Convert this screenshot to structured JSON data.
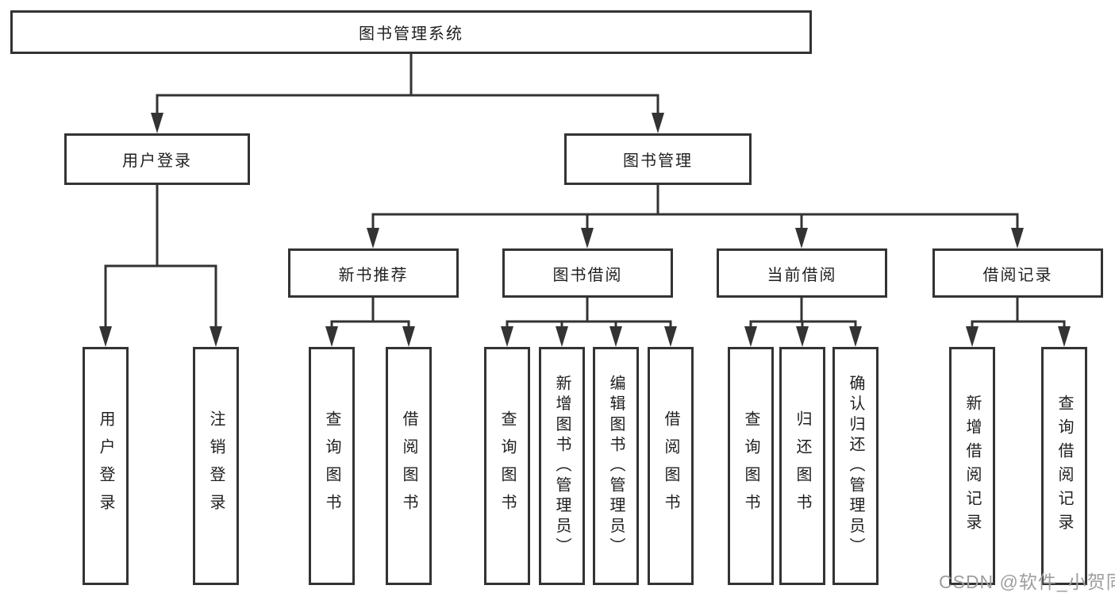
{
  "colors": {
    "line": "#333333",
    "box_border": "#333333",
    "text": "#1f1f1f",
    "background": "#ffffff",
    "watermark": "#9e9e9e"
  },
  "diagram": {
    "root": "图书管理系统",
    "level2": {
      "user_login": "用户登录",
      "book_management": "图书管理"
    },
    "level3": {
      "new_book_recommend": "新书推荐",
      "book_borrow": "图书借阅",
      "current_borrow": "当前借阅",
      "borrow_record": "借阅记录"
    },
    "leaves": {
      "user_login": [
        "用户登录",
        "注销登录"
      ],
      "new_book_recommend": [
        "查询图书",
        "借阅图书"
      ],
      "book_borrow": [
        "查询图书",
        "新增图书（管理员）",
        "编辑图书（管理员）",
        "借阅图书"
      ],
      "current_borrow": [
        "查询图书",
        "归还图书",
        "确认归还（管理员）"
      ],
      "borrow_record": [
        "新增借阅记录",
        "查询借阅记录"
      ]
    }
  },
  "watermark": "CSDN @软件_小贺同学"
}
